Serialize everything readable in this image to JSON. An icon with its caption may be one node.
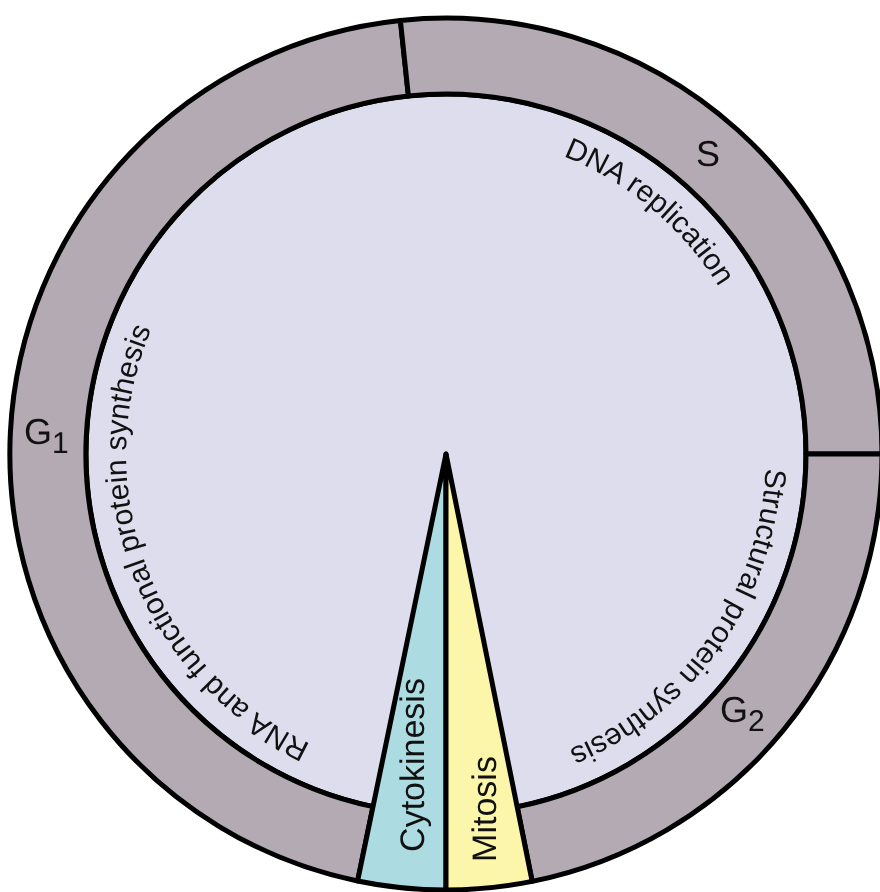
{
  "diagram": {
    "nodes": [
      {
        "text": [
          "G$_{1}$"
        ]
      },
      {
        "text": [
          "S"
        ]
      },
      {
        "text": [
          "G$_{2}$"
        ]
      },
      {
        "text": [
          "Cytokinesis"
        ]
      },
      {
        "text": [
          "Mitosis"
        ]
      }
    ],
    "labels": [
      "DNA replication",
      "Structural protein synthesis",
      "RNA and functional protein synthesis"
    ]
  }
}
